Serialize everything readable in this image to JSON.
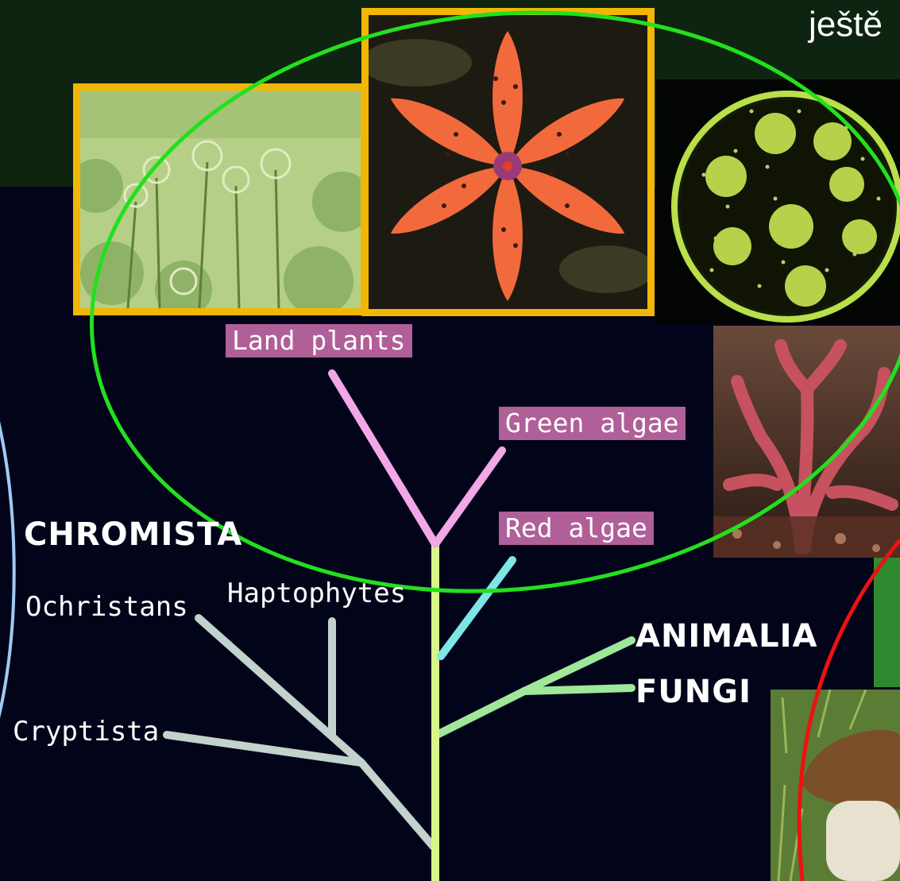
{
  "slide": {
    "corner_text": "ještě",
    "colors": {
      "background": "#02051a",
      "top_band": "#0e2410",
      "photo_frame": "#f2b705",
      "label_bg": "#b05f98",
      "ellipse_green": "#22e01e",
      "ellipse_red": "#ee1111",
      "bracket_blue": "#9fcaf5",
      "branch_land_plants": "#f3a7e6",
      "branch_trunk": "#d8f58a",
      "branch_red_algae": "#7ee6e6",
      "branch_animals_fungi": "#9ee89a",
      "branch_chromista": "#c2d2cc"
    },
    "photos": [
      {
        "name": "photo-moss-liverwort",
        "icon": "plant-photo"
      },
      {
        "name": "photo-orange-lily",
        "icon": "flower-photo"
      },
      {
        "name": "photo-volvox-colony",
        "icon": "microscope-photo"
      },
      {
        "name": "photo-red-seaweed",
        "icon": "algae-photo"
      },
      {
        "name": "photo-porcini-mushroom",
        "icon": "mushroom-photo"
      }
    ]
  },
  "tree": {
    "land_plants": "Land plants",
    "green_algae": "Green algae",
    "red_algae": "Red algae",
    "chromista": "CHROMISTA",
    "ochristans": "Ochristans",
    "haptophytes": "Haptophytes",
    "cryptista": "Cryptista",
    "animalia": "ANIMALIA",
    "fungi": "FUNGI"
  }
}
